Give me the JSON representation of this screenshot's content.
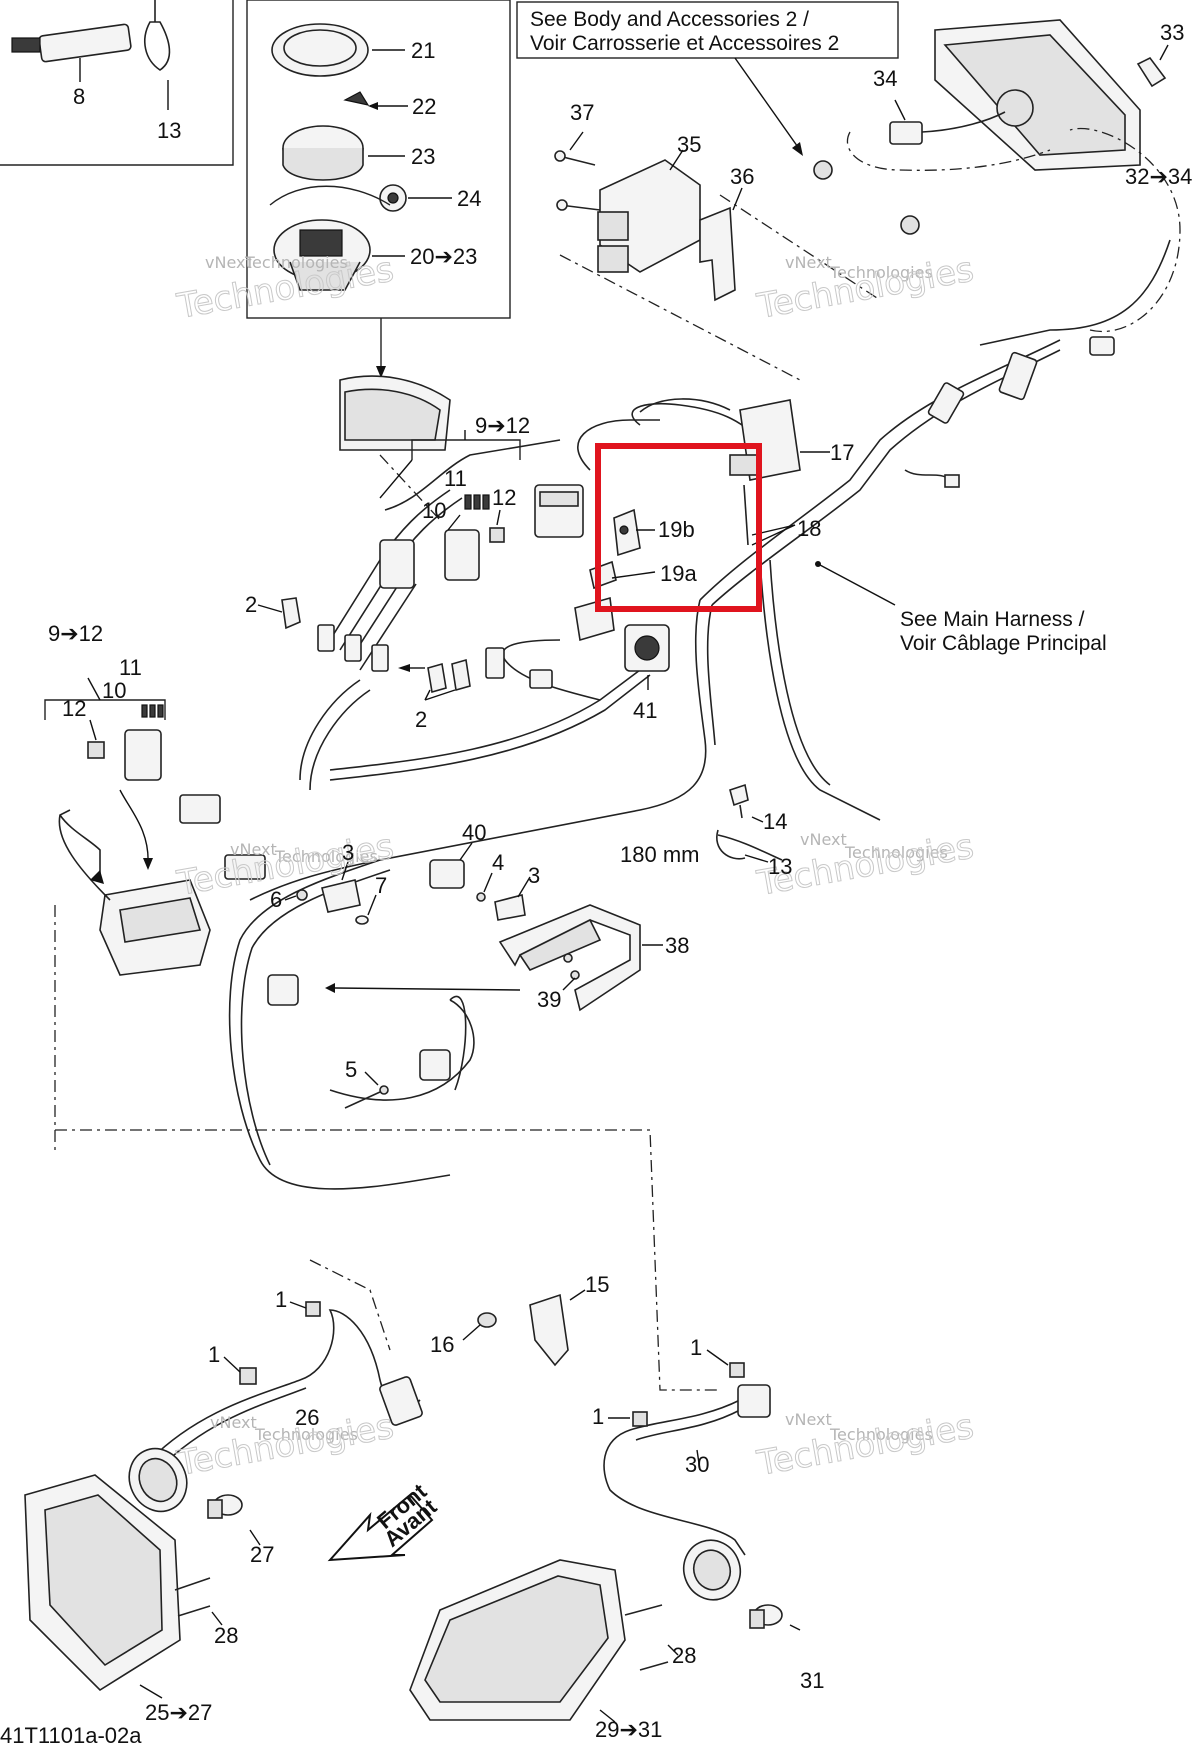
{
  "note_body_accessories": [
    "See Body and Accessories 2 /",
    "Voir Carrosserie et Accessoires 2"
  ],
  "note_main_harness": [
    "See Main Harness /",
    "Voir Câblage Principal"
  ],
  "front_arrow": [
    "Front",
    "Avant"
  ],
  "figure_code": "41T1101a-02a",
  "watermark": [
    "vNext",
    "Technologies"
  ],
  "callouts": {
    "p8": "8",
    "p13": "13",
    "p21": "21",
    "p22": "22",
    "p23": "23",
    "p24": "24",
    "p20_23": "20➔23",
    "p33": "33",
    "p34": "34",
    "p32_34": "32➔34",
    "p37": "37",
    "p35": "35",
    "p36": "36",
    "p9_12_top": "9➔12",
    "p11_top": "11",
    "p12_top": "12",
    "p10_top": "10",
    "p17": "17",
    "p18": "18",
    "p19b": "19b",
    "p19a": "19a",
    "p2_top": "2",
    "p2_bottom": "2",
    "p41": "41",
    "p9_12_left": "9➔12",
    "p11_left": "11",
    "p10_left": "10",
    "p12_left": "12",
    "p14": "14",
    "p180mm": "180 mm",
    "p13_mid": "13",
    "p40": "40",
    "p4": "4",
    "p3_right": "3",
    "p3_left": "3",
    "p6": "6",
    "p7": "7",
    "p38": "38",
    "p39": "39",
    "p5": "5",
    "p1_a": "1",
    "p1_b": "1",
    "p26": "26",
    "p15": "15",
    "p16": "16",
    "p1_c": "1",
    "p1_d": "1",
    "p30": "30",
    "p27": "27",
    "p28_left": "28",
    "p25_27": "25➔27",
    "p28_right": "28",
    "p31": "31",
    "p29_31": "29➔31"
  },
  "highlight": {
    "color": "#e0141e",
    "encloses": [
      "19b",
      "19a"
    ]
  }
}
